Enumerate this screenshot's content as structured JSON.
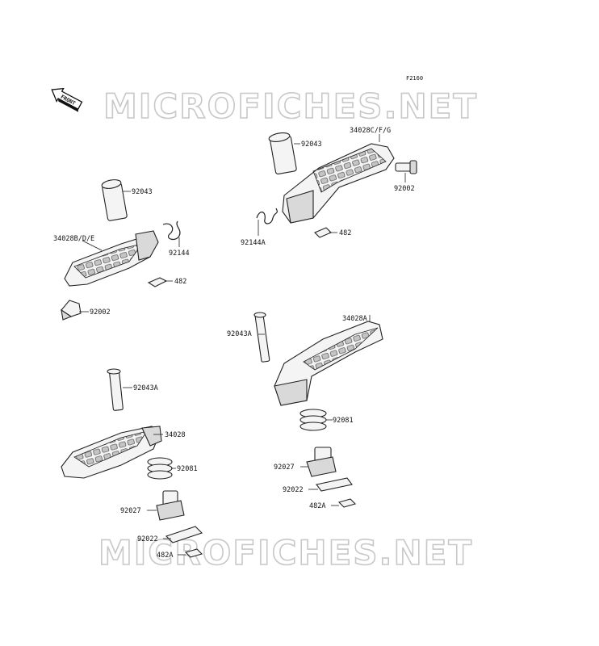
{
  "diagram": {
    "code": "F2160",
    "front_label": "FRONT",
    "watermark_top": "MICROFICHES.NET",
    "watermark_bottom": "MICROFICHES.NET",
    "labels": {
      "tr_pin": "92043",
      "tr_step": "34028C/F/G",
      "tr_rubber": "92002",
      "tr_spring": "92144A",
      "tr_clip": "482",
      "tl_pin": "92043",
      "tl_step": "34028B/D/E",
      "tl_spring": "92144",
      "tl_clip": "482",
      "tl_rubber": "92002",
      "br_pin": "92043A",
      "br_step": "34028A",
      "br_spring": "92081",
      "br_holder": "92027",
      "br_plate": "92022",
      "br_clip": "482A",
      "bl_pin": "92043A",
      "bl_step": "34028",
      "bl_spring": "92081",
      "bl_holder": "92027",
      "bl_plate": "92022",
      "bl_clip": "482A"
    }
  }
}
